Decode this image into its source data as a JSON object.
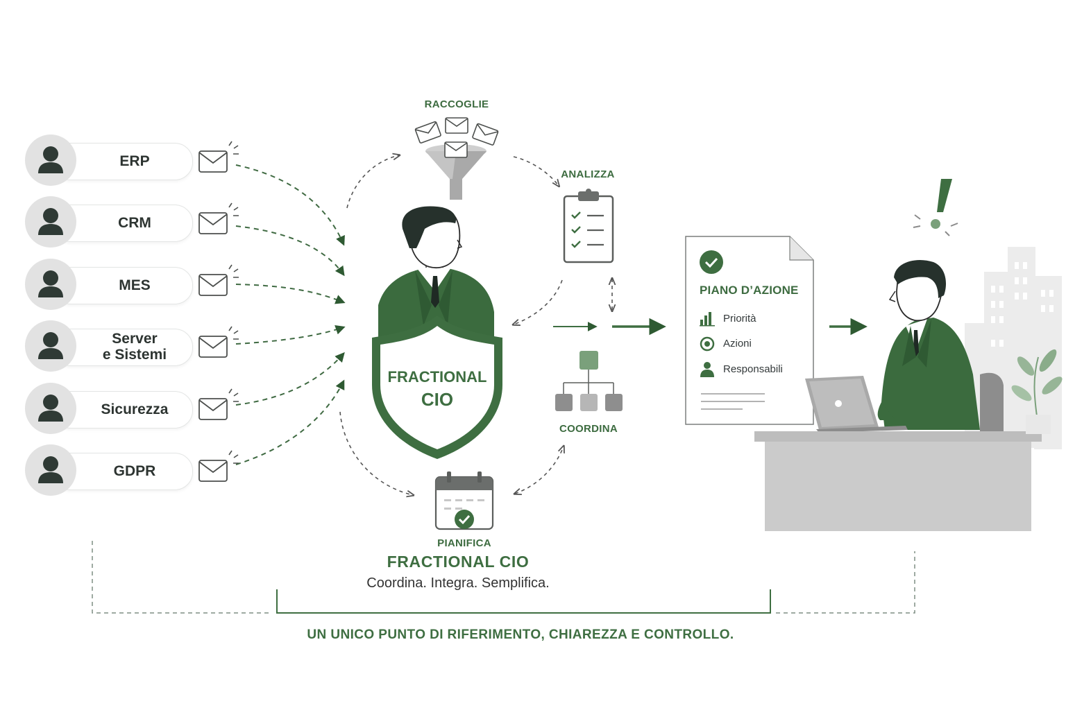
{
  "sources": [
    {
      "label_lines": [
        "ERP"
      ]
    },
    {
      "label_lines": [
        "CRM"
      ]
    },
    {
      "label_lines": [
        "MES"
      ]
    },
    {
      "label_lines": [
        "Server",
        "e Sistemi"
      ]
    },
    {
      "label_lines": [
        "Sicurezza"
      ]
    },
    {
      "label_lines": [
        "GDPR"
      ]
    }
  ],
  "steps": {
    "collect": "RACCOGLIE",
    "analyze": "ANALIZZA",
    "coordinate": "COORDINA",
    "plan": "PIANIFICA"
  },
  "shield": {
    "line1": "FRACTIONAL",
    "line2": "CIO"
  },
  "action_plan": {
    "title": "PIANO D’AZIONE",
    "items": [
      "Priorità",
      "Azioni",
      "Responsabili"
    ]
  },
  "footer": {
    "title": "FRACTIONAL CIO",
    "tagline": "Coordina. Integra. Semplifica.",
    "bottom": "UN UNICO PUNTO DI RIFERIMENTO, CHIAREZZA E CONTROLLO."
  },
  "colors": {
    "primary_green": "#3e6e41",
    "dark_green": "#2e5a32",
    "gray": "#9a9a9a",
    "light_gray": "#e2e2e2"
  },
  "icons": [
    "person-icon",
    "envelope-icon",
    "funnel-icon",
    "clipboard-icon",
    "org-chart-icon",
    "calendar-icon",
    "document-icon",
    "check-icon",
    "bar-chart-icon",
    "target-icon",
    "user-icon",
    "laptop-icon",
    "exclamation-icon",
    "plant-icon",
    "buildings-icon"
  ]
}
